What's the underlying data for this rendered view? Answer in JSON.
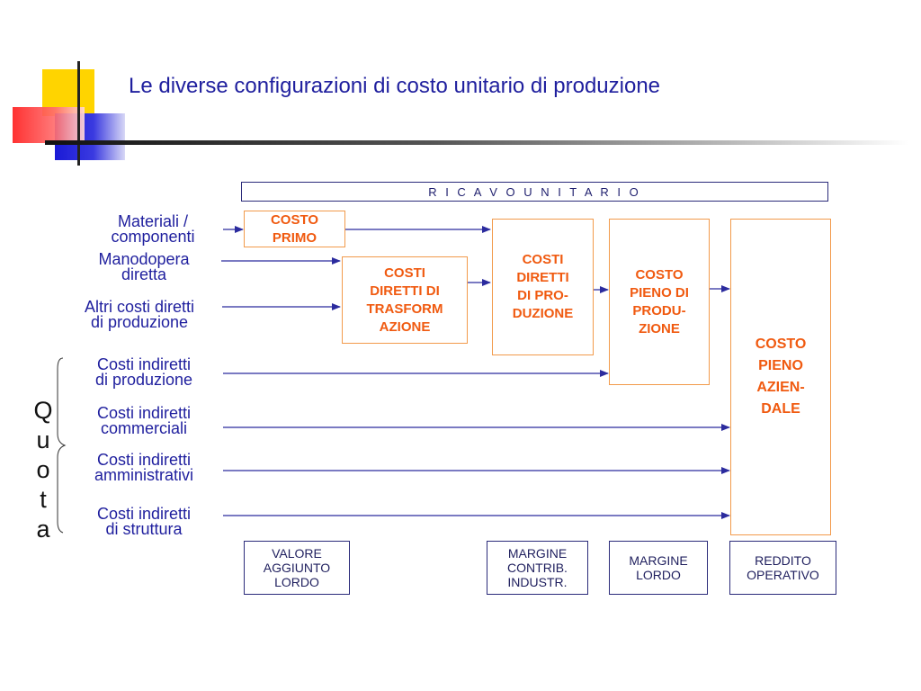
{
  "title": "Le diverse configurazioni di costo unitario  di produzione",
  "ricavo": "R I C A V O     U N I T A R I O",
  "inputs": {
    "materiali": [
      "Materiali /",
      "componenti"
    ],
    "manodopera": [
      "Manodopera",
      "diretta"
    ],
    "altri": [
      "Altri costi diretti",
      "di produzione"
    ],
    "ind_prod": [
      "Costi indiretti",
      "di produzione"
    ],
    "ind_comm": [
      "Costi indiretti",
      "commerciali"
    ],
    "ind_amm": [
      "Costi indiretti",
      "amministrativi"
    ],
    "ind_strutt": [
      "Costi indiretti",
      "di struttura"
    ]
  },
  "boxes": {
    "costo_primo": [
      "COSTO",
      "PRIMO"
    ],
    "trasformazione": [
      "COSTI",
      "DIRETTI DI",
      "TRASFORM",
      "AZIONE"
    ],
    "diretti_prod": [
      "COSTI",
      "DIRETTI",
      "DI PRO-",
      "DUZIONE"
    ],
    "pieno_prod": [
      "COSTO",
      "PIENO DI",
      "PRODU-",
      "ZIONE"
    ],
    "pieno_azienda": [
      "COSTO",
      "PIENO",
      "AZIEN-",
      "DALE"
    ]
  },
  "margins": {
    "valore_aggiunto": [
      "VALORE",
      "AGGIUNTO",
      "LORDO"
    ],
    "margine_contrib": [
      "MARGINE",
      "CONTRIB.",
      "INDUSTR."
    ],
    "margine_lordo": [
      "MARGINE",
      "LORDO"
    ],
    "reddito": [
      "REDDITO",
      "OPERATIVO"
    ]
  },
  "quota": [
    "Q",
    "u",
    "o",
    "t",
    "a"
  ],
  "colors": {
    "navy": "#1f1f9e",
    "orange": "#f05a10",
    "border_orange": "#f29a4b"
  }
}
